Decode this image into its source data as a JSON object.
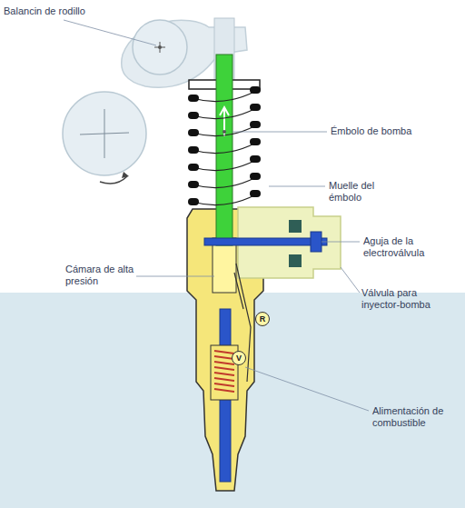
{
  "diagram": {
    "labels": [
      "Balancin de rodillo",
      "Émbolo de bomba",
      "Muelle del émbolo",
      "Aguja de la electroválvula",
      "Cámara de alta presión",
      "Válvula para inyector-bomba",
      "Alimentación de combustible",
      "R",
      "V"
    ]
  }
}
